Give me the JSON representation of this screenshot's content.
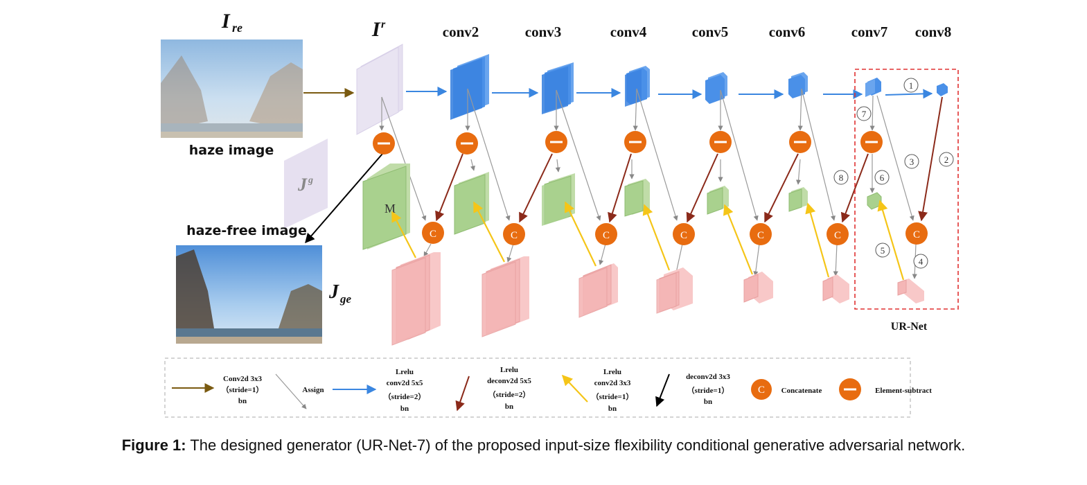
{
  "labels": {
    "i_re": "I",
    "i_re_sub": "re",
    "i_r": "I",
    "i_r_sup": "r",
    "j_g": "J",
    "j_g_sup": "g",
    "j_ge": "J",
    "j_ge_sub": "ge",
    "haze_image": "haze image",
    "haze_free_image": "haze-free image",
    "m": "M",
    "ur_net": "UR-Net",
    "concat_symbol": "C",
    "conv2": "conv2",
    "conv3": "conv3",
    "conv4": "conv4",
    "conv5": "conv5",
    "conv6": "conv6",
    "conv7": "conv7",
    "conv8": "conv8"
  },
  "numbers": [
    "1",
    "2",
    "3",
    "4",
    "5",
    "6",
    "7",
    "8"
  ],
  "legend": {
    "conv2d_line1": "Conv2d 3x3",
    "conv2d_line2": "（stride=1）",
    "conv2d_line3": "bn",
    "assign": "Assign",
    "lrelu_conv_line1": "Lrelu",
    "lrelu_conv_line2": "conv2d 5x5",
    "lrelu_conv_line3": "（stride=2）",
    "lrelu_conv_line4": "bn",
    "lrelu_deconv_line1": "Lrelu",
    "lrelu_deconv_line2": "deconv2d 5x5",
    "lrelu_deconv_line3": "（stride=2）",
    "lrelu_deconv_line4": "bn",
    "lrelu_conv3_line1": "Lrelu",
    "lrelu_conv3_line2": "conv2d 3x3",
    "lrelu_conv3_line3": "（stride=1）",
    "lrelu_conv3_line4": "bn",
    "deconv3_line1": "deconv2d 3x3",
    "deconv3_line2": "（stride=1）",
    "deconv3_line3": "bn",
    "concatenate": "Concatenate",
    "element_subtract": "Element-subtract"
  },
  "caption": {
    "prefix": "Figure 1:",
    "text": " The designed generator (UR-Net-7) of the proposed input-size flexibility conditional generative adversarial network."
  },
  "colors": {
    "blue_block": "#4a90e8",
    "green_block": "#a9d18e",
    "pink_block": "#f4b6b6",
    "orange": "#e86c10",
    "brown": "#8b2a1a",
    "yellow": "#f5c518",
    "blue_arrow": "#3a86e0",
    "olive_arrow": "#7a5a10",
    "red_dashed": "#e03030"
  }
}
